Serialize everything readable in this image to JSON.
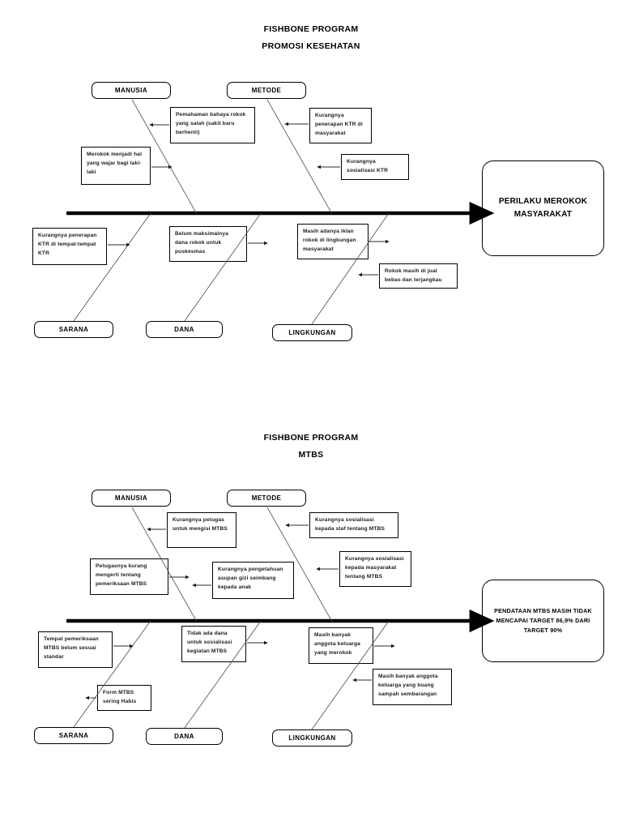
{
  "diagrams": [
    {
      "title_line_1": "FISHBONE PROGRAM",
      "title_line_2": "PROMOSI KESEHATAN",
      "effect": "PERILAKU MEROKOK MASYARAKAT",
      "effect_lines": [
        "PERILAKU MEROKOK",
        "MASYARAKAT"
      ],
      "categories": {
        "top_left": "MANUSIA",
        "top_right": "METODE",
        "bottom_left": "SARANA",
        "bottom_mid": "DANA",
        "bottom_right": "LINGKUNGAN"
      },
      "causes": {
        "manusia_1": "Pemahaman bahaya rokok yang salah (sakit baru berhenti)",
        "manusia_2": "Merokok menjadi hal yang wajar bagi laki-laki",
        "metode_1": "Kurangnya penerapan KTR di masyarakat",
        "metode_2": "Kurangnya sosialisasi KTR",
        "sarana_1": "Kurangnya penerapan KTR di tempat-tempat KTR",
        "dana_1": "Belum maksimalnya dana rokok untuk puskesmas",
        "lingkungan_1": "Masih adanya iklan rokok di lingkungan masyarakat",
        "lingkungan_2": "Rokok masih di jual bebas dan terjangkau"
      }
    },
    {
      "title_line_1": "FISHBONE PROGRAM",
      "title_line_2": "MTBS",
      "effect": "PENDATAAN MTBS MASIH TIDAK MENCAPAI TARGET 86,9% DARI TARGET 90%",
      "effect_lines": [
        "PENDATAAN MTBS MASIH TIDAK",
        "MENCAPAI TARGET 86,9% DARI",
        "TARGET 90%"
      ],
      "categories": {
        "top_left": "MANUSIA",
        "top_right": "METODE",
        "bottom_left": "SARANA",
        "bottom_mid": "DANA",
        "bottom_right": "LINGKUNGAN"
      },
      "causes": {
        "manusia_1": "Kurangnya petugas untuk mengisi MTBS",
        "manusia_2": "Petugasnya kurang mengerti tentang pemeriksaan MTBS",
        "manusia_3": "Kurangnya pengetahuan asupan gizi seimbang kepada anak",
        "metode_1": "Kurangnya sosialisasi kepada staf tentang MTBS",
        "metode_2": "Kurangnya sosialisasi kepada masyarakat tentang MTBS",
        "sarana_1": "Tempat pemeriksaan MTBS belum sesuai standar",
        "sarana_2": "Form MTBS sering Habis",
        "dana_1": "Tidak ada dana untuk sosialisasi kegiatan MTBS",
        "lingkungan_1": "Masih banyak anggota keluarga yang merokok",
        "lingkungan_2": "Masih banyak anggota keluarga yang buang sampah sembarangan"
      }
    }
  ],
  "colors": {
    "spine": "#000000",
    "bone": "#4a4a4a",
    "box_border": "#000000",
    "background": "#ffffff"
  }
}
